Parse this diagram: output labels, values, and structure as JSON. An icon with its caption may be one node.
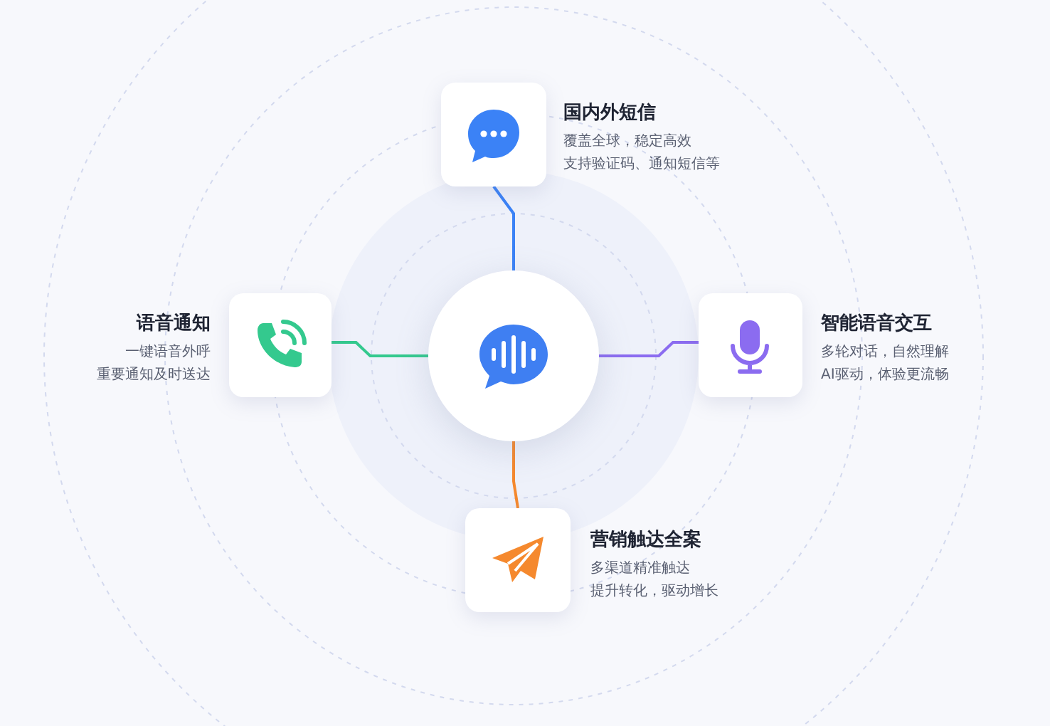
{
  "diagram": {
    "nodes": [
      {
        "text": [],
        "shape": "circle"
      },
      {
        "text": [
          "国内外短信",
          "覆盖全球，稳定高效",
          "支持验证码、通知短信等"
        ]
      },
      {
        "text": [
          "语音通知",
          "一键语音外呼",
          "重要通知及时送达"
        ]
      },
      {
        "text": [
          "智能语音交互",
          "多轮对话，自然理解",
          "AI驱动，体验更流畅"
        ]
      },
      {
        "text": [
          "营销触达全案",
          "多渠道精准触达",
          "提升转化，驱动增长"
        ]
      }
    ],
    "edges": [
      {
        "from": 0,
        "to": 1,
        "arrow": "none",
        "color": "#3b82f6"
      },
      {
        "from": 0,
        "to": 2,
        "arrow": "none",
        "color": "#34c98e"
      },
      {
        "from": 0,
        "to": 3,
        "arrow": "none",
        "color": "#8b6cf0"
      },
      {
        "from": 0,
        "to": 4,
        "arrow": "none",
        "color": "#f5892e"
      }
    ]
  }
}
